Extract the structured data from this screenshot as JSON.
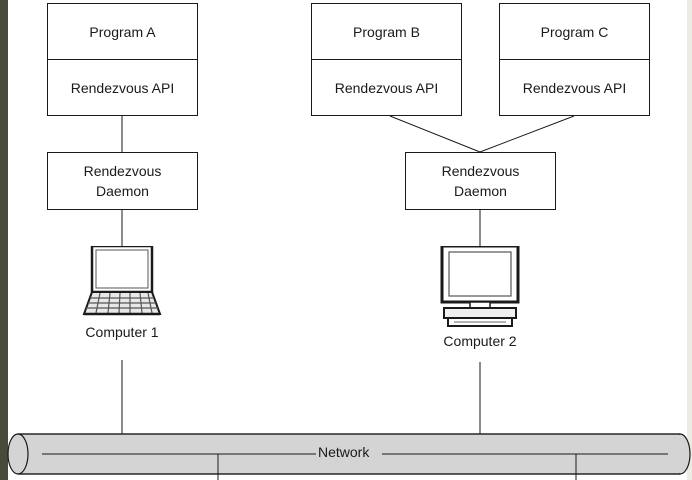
{
  "programs": [
    {
      "name": "Program A",
      "api": "Rendezvous API"
    },
    {
      "name": "Program B",
      "api": "Rendezvous API"
    },
    {
      "name": "Program C",
      "api": "Rendezvous API"
    }
  ],
  "daemons": [
    {
      "label": "Rendezvous\nDaemon"
    },
    {
      "label": "Rendezvous\nDaemon"
    }
  ],
  "computers": [
    {
      "label": "Computer 1",
      "icon": "laptop-icon"
    },
    {
      "label": "Computer 2",
      "icon": "desktop-computer-icon"
    }
  ],
  "network": {
    "label": "Network"
  }
}
